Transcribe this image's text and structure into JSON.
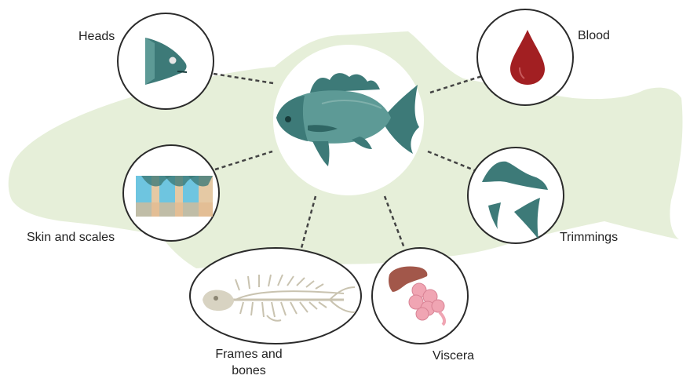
{
  "labels": {
    "heads": "Heads",
    "blood": "Blood",
    "skin_and_scales": "Skin and scales",
    "trimmings": "Trimmings",
    "frames_and_bones": [
      "Frames and",
      "bones"
    ],
    "viscera": "Viscera"
  },
  "colors": {
    "background_fish": "#e6efd9",
    "fish_teal": "#3d7a78",
    "fish_teal_light": "#5d9a96",
    "blood": "#a21f22",
    "circle_stroke": "#2b2b2b",
    "connector": "#444444",
    "liver": "#a2574a",
    "intestine": "#f0a5b3",
    "bone": "#d8d3c2"
  },
  "icons": [
    "fish-head-icon",
    "blood-drop-icon",
    "fish-icon",
    "skin-scales-icon",
    "fin-trimmings-icon",
    "fish-skeleton-icon",
    "liver-icon",
    "intestine-icon"
  ]
}
